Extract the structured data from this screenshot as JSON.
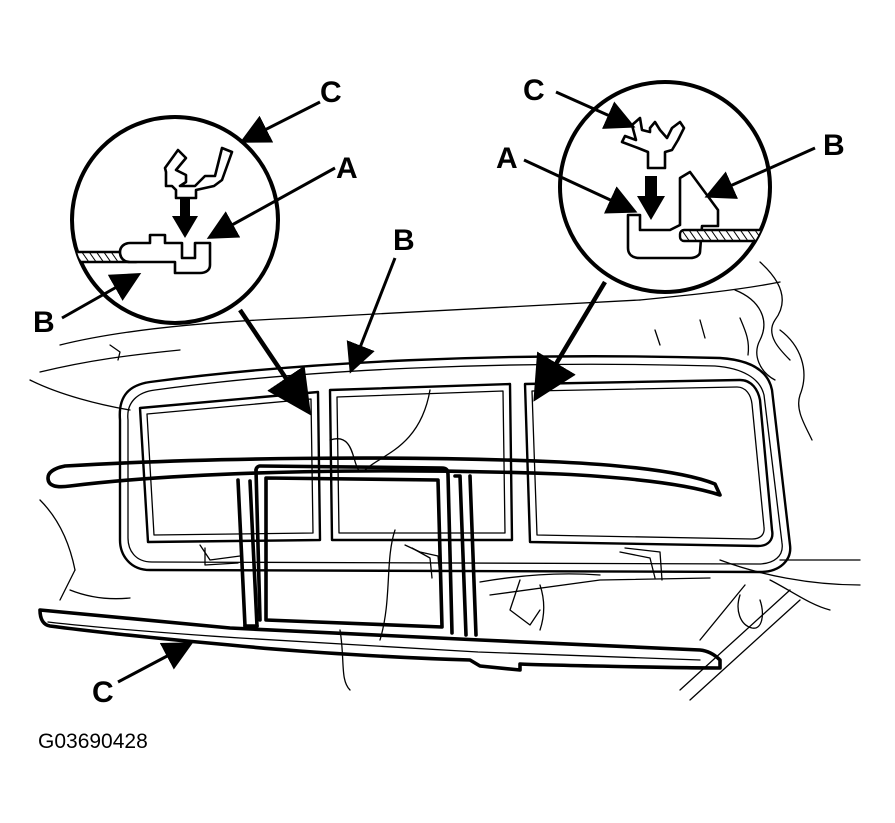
{
  "figure_id": "G03690428",
  "callouts": {
    "left_detail": {
      "top": "C",
      "right": "A",
      "bottom": "B"
    },
    "right_detail": {
      "top": "C",
      "left": "A",
      "right": "B"
    },
    "main": {
      "upper": "B",
      "lower": "C"
    }
  }
}
